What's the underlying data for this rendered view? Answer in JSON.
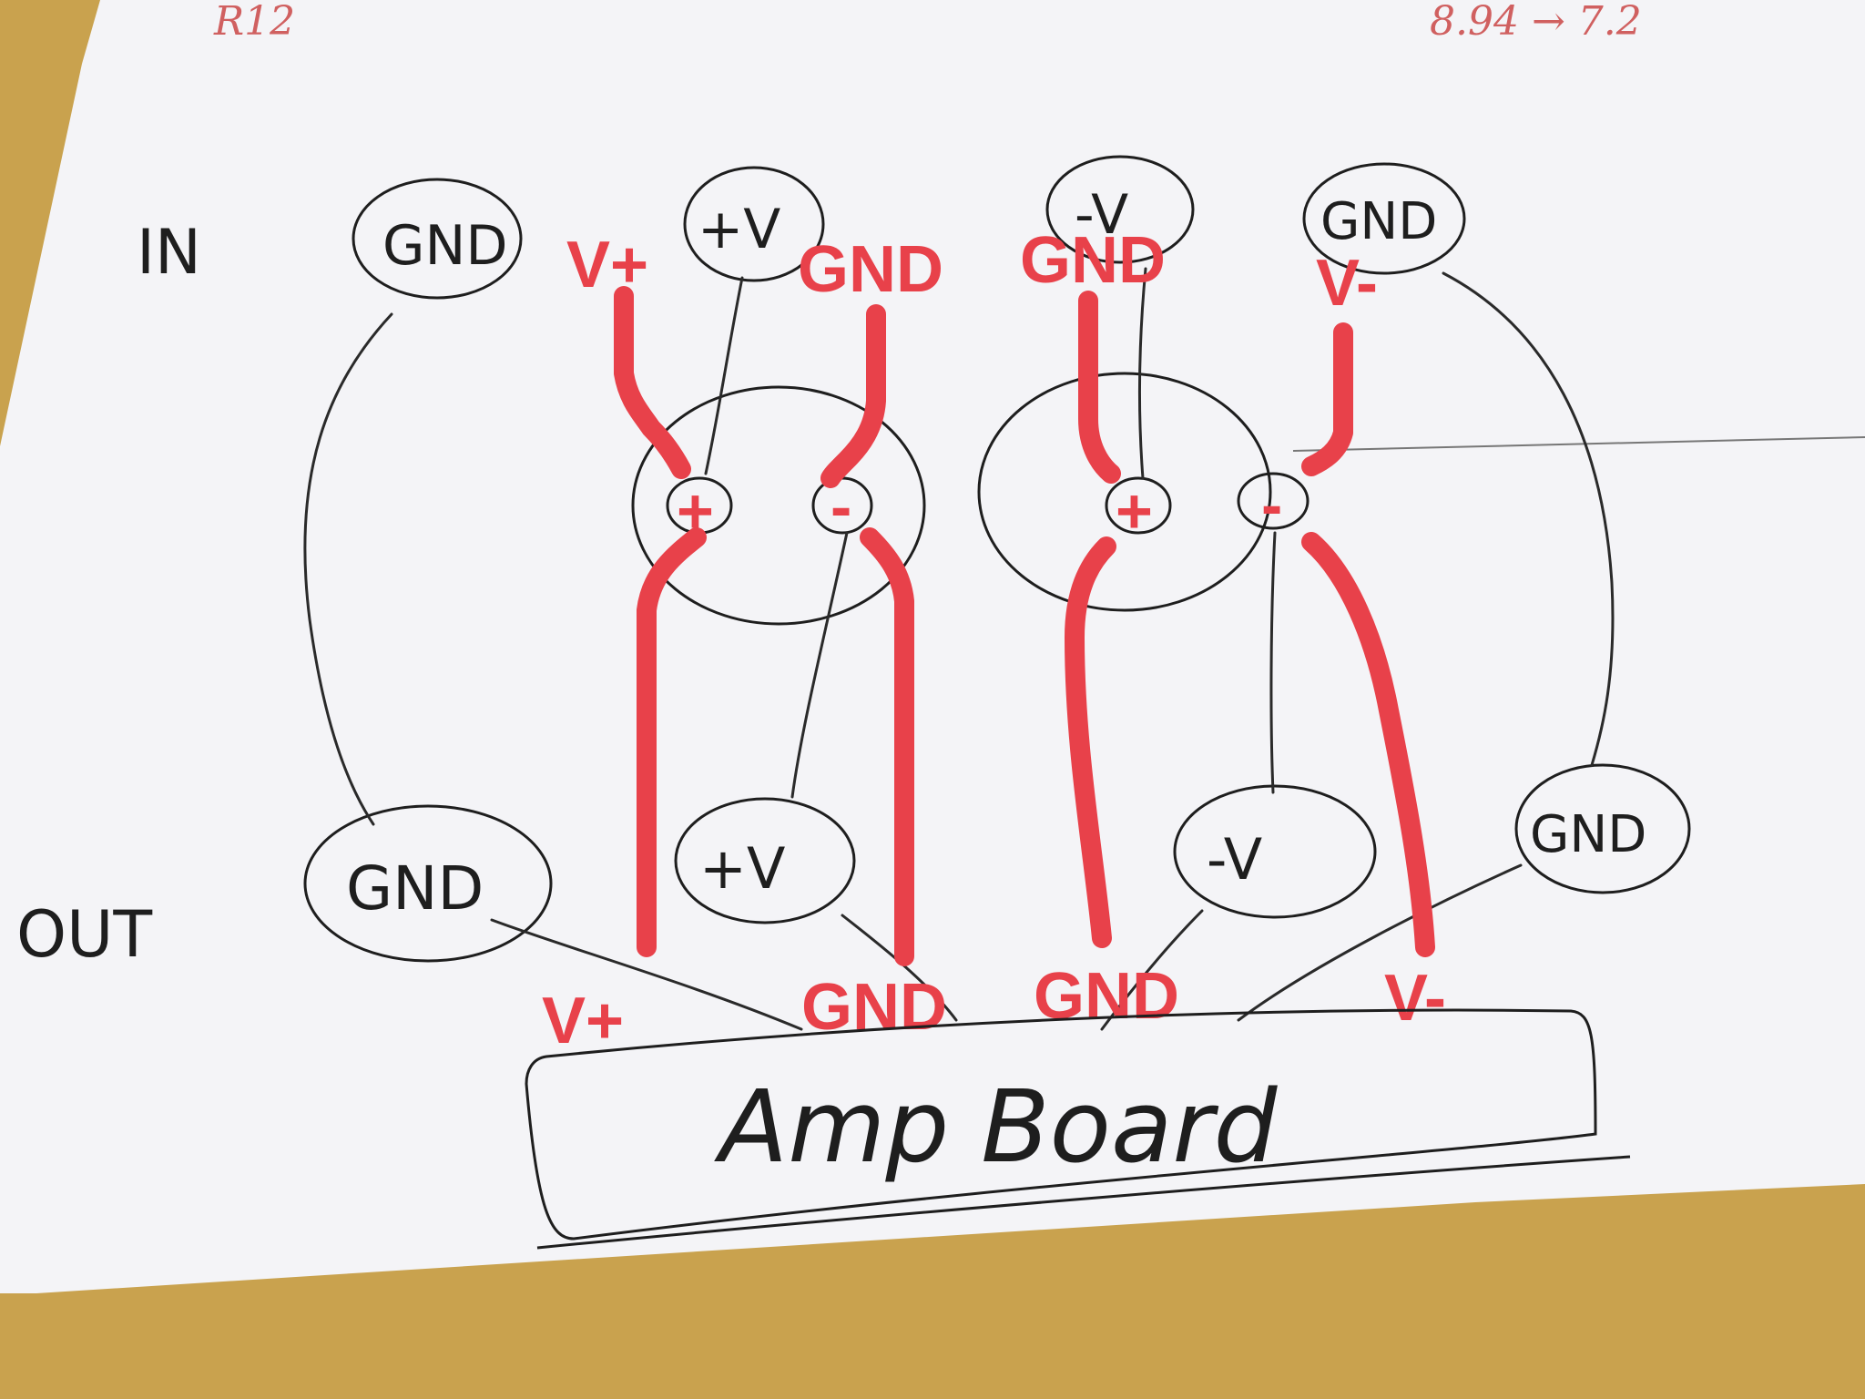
{
  "colors": {
    "table": "#c9a24e",
    "paper": "#f4f4f7",
    "ink": "#1e1e1e",
    "red_annotation": "#e8414a",
    "margin_note": "#d06060"
  },
  "corner_notes": {
    "left": "R12",
    "right": "8.94 → 7.2"
  },
  "row_labels": {
    "input": "IN",
    "output": "OUT"
  },
  "input_nodes": [
    "GND",
    "+V",
    "-V",
    "GND"
  ],
  "output_nodes": [
    "GND",
    "+V",
    "-V",
    "GND"
  ],
  "capacitors": [
    {
      "plus": "+",
      "minus": "-"
    },
    {
      "plus": "+",
      "minus": "-"
    }
  ],
  "red_labels_top": [
    "V+",
    "GND",
    "GND",
    "V-"
  ],
  "red_labels_bottom": [
    "V+",
    "GND",
    "GND",
    "V-"
  ],
  "board_label": "Amp Board"
}
